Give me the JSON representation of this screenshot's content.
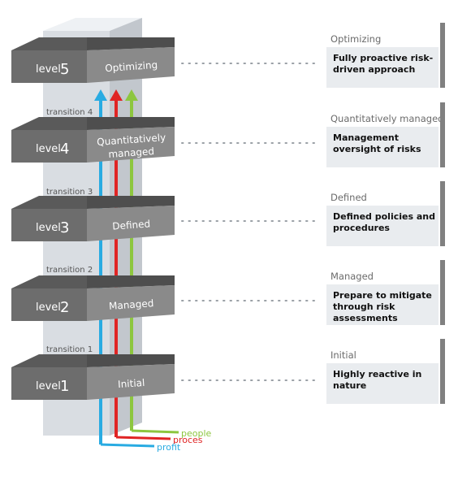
{
  "levels": [
    {
      "label": "level",
      "num": "5",
      "name_lines": [
        "Optimizing"
      ]
    },
    {
      "label": "level",
      "num": "4",
      "name_lines": [
        "Quantitatively",
        "managed"
      ]
    },
    {
      "label": "level",
      "num": "3",
      "name_lines": [
        "Defined"
      ]
    },
    {
      "label": "level",
      "num": "2",
      "name_lines": [
        "Managed"
      ]
    },
    {
      "label": "level",
      "num": "1",
      "name_lines": [
        "Initial"
      ]
    }
  ],
  "transitions": [
    "transition 4",
    "transition 3",
    "transition 2",
    "transition 1"
  ],
  "arrows": [
    {
      "label": "people",
      "color": "#8dc63f"
    },
    {
      "label": "proces",
      "color": "#e02424"
    },
    {
      "label": "profit",
      "color": "#29abe2"
    }
  ],
  "cards": [
    {
      "title": "Optimizing",
      "text": "Fully proactive risk-driven approach"
    },
    {
      "title": "Quantitatively managed",
      "text": "Management oversight of risks"
    },
    {
      "title": "Defined",
      "text": "Defined policies and procedures"
    },
    {
      "title": "Managed",
      "text": "Prepare to mitigate through risk assessments"
    },
    {
      "title": "Initial",
      "text": "Highly reactive in nature"
    }
  ]
}
